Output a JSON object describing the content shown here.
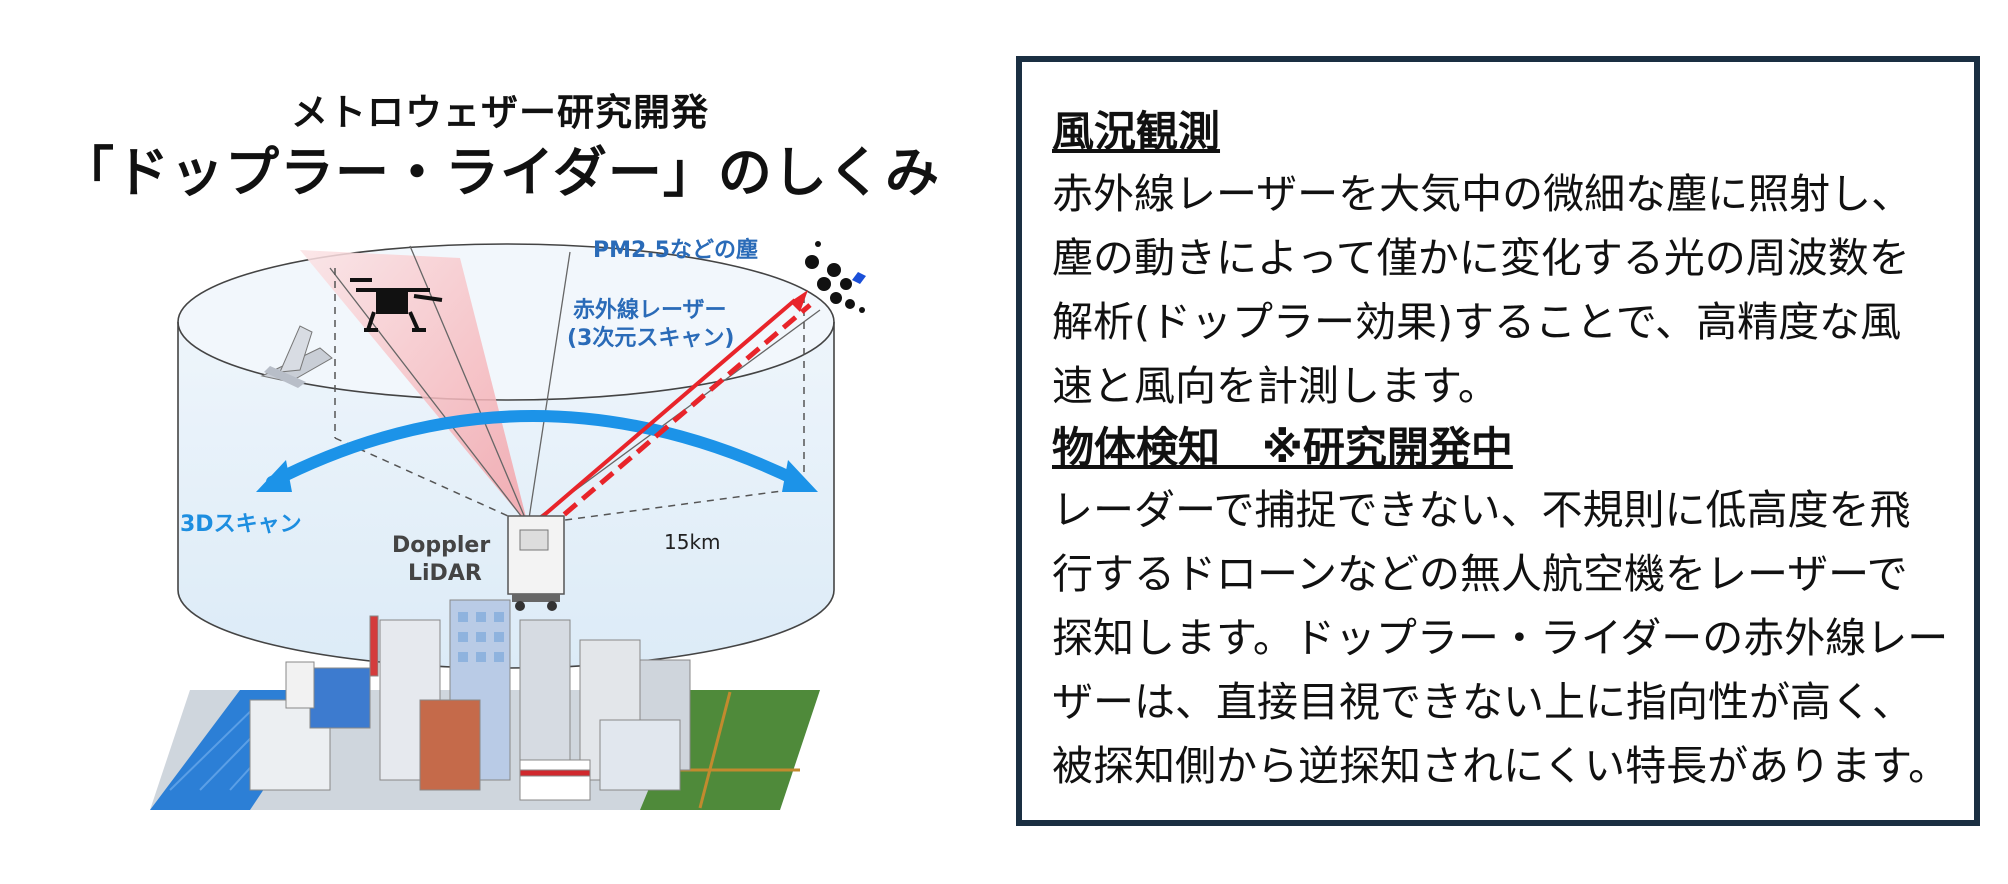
{
  "diagram": {
    "title_line1": "メトロウェザー研究開発",
    "title_line2": "「ドップラー・ライダー」のしくみ",
    "labels": {
      "pm": "PM2.5などの塵",
      "laser_line1": "赤外線レーザー",
      "laser_line2": "(3次元スキャン)",
      "scan": "3Dスキャン",
      "doppler_line1": "Doppler",
      "doppler_line2": "LiDAR",
      "range": "15km"
    },
    "colors": {
      "laser": "#e8242a",
      "scan_arrow": "#1c93e8",
      "label_blue": "#2a6bb8",
      "cone": "#f4a3a8"
    }
  },
  "info": {
    "wind": {
      "heading": "風況観測",
      "lines": [
        "赤外線レーザーを大気中の微細な塵に照射し、",
        "塵の動きによって僅かに変化する光の周波数を",
        "解析(ドップラー効果)することで、高精度な風",
        "速と風向を計測します。"
      ]
    },
    "object": {
      "heading": "物体検知　※研究開発中",
      "lines": [
        "レーダーで捕捉できない、不規則に低高度を飛",
        "行するドローンなどの無人航空機をレーザーで",
        "探知します。ドップラー・ライダーの赤外線レー",
        "ザーは、直接目視できない上に指向性が高く、",
        "被探知側から逆探知されにくい特長があります。"
      ]
    },
    "border_color": "#1a2f42"
  }
}
